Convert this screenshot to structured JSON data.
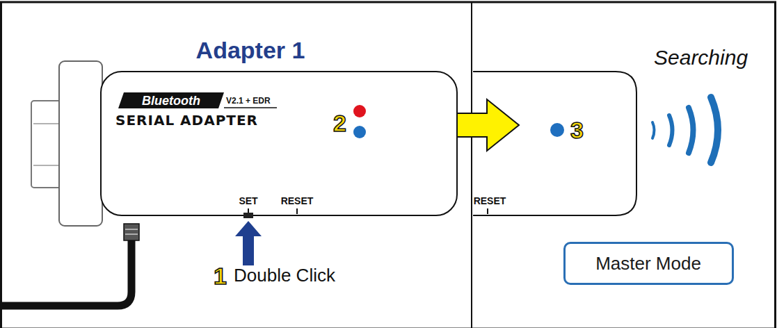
{
  "diagram": {
    "title": "Adapter 1",
    "nodes": [
      {
        "text": [
          "Master Mode"
        ]
      }
    ],
    "labels": [
      "Bluetooth",
      "V2.1 + EDR",
      "SERIAL ADAPTER",
      "2",
      "SET",
      "RESET",
      "1",
      "Double Click",
      "RESET",
      "3",
      "Searching"
    ]
  }
}
